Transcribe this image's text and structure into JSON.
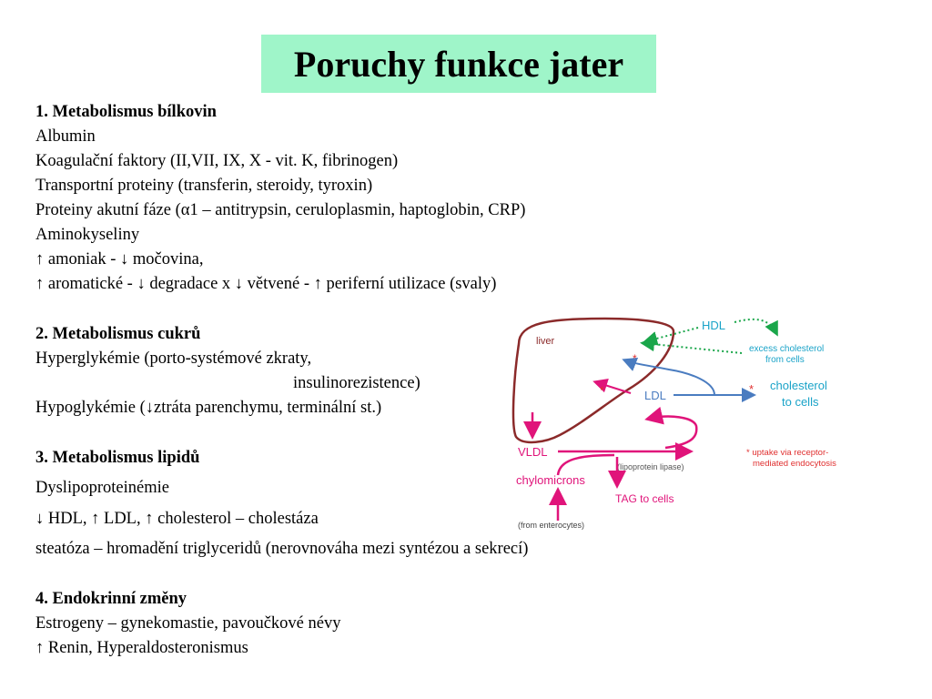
{
  "title": "Poruchy funkce jater",
  "sections": {
    "s1": {
      "heading": "1. Metabolismus bílkovin",
      "lines": [
        "Albumin",
        "Koagulační faktory (II,VII, IX, X - vit. K, fibrinogen)",
        "Transportní proteiny (transferin, steroidy, tyroxin)",
        "Proteiny akutní fáze (α1 – antitrypsin, ceruloplasmin, haptoglobin, CRP)",
        "Aminokyseliny",
        "↑ amoniak - ↓ močovina,",
        "↑ aromatické - ↓ degradace  x  ↓ větvené - ↑ periferní utilizace (svaly)"
      ]
    },
    "s2": {
      "heading": "2. Metabolismus cukrů",
      "lines": [
        "Hyperglykémie (porto-systémové zkraty,",
        "insulinorezistence)",
        "Hypoglykémie (↓ztráta parenchymu, terminální st.)"
      ]
    },
    "s3": {
      "heading": "3. Metabolismus lipidů",
      "lines": [
        "Dyslipoproteinémie",
        "↓ HDL, ↑ LDL, ↑ cholesterol – cholestáza",
        " steatóza – hromadění triglyceridů (nerovnováha mezi syntézou a sekrecí)"
      ]
    },
    "s4": {
      "heading": "4. Endokrinní změny",
      "lines": [
        "Estrogeny – gynekomastie, pavoučkové névy",
        "↑ Renin,  Hyperaldosteronismus"
      ]
    }
  },
  "diagram": {
    "liver": "liver",
    "hdl": "HDL",
    "excess_line1": "excess cholesterol",
    "excess_line2": "from cells",
    "ldl": "LDL",
    "chol_line1": "cholesterol",
    "chol_line2": "to cells",
    "vldl": "VLDL",
    "lipase": "(lipoprotein lipase)",
    "chylo": "chylomicrons",
    "tag": "TAG to cells",
    "entero": "(from enterocytes)",
    "note_line1": "* uptake via receptor-",
    "note_line2": "mediated endocytosis",
    "star": "*",
    "colors": {
      "liver": "#8b2a2a",
      "hdl": "#1aa64a",
      "ldl": "#4a7cc0",
      "vldl": "#e0147a",
      "cyan": "#1aa3c8",
      "note": "#e03030"
    }
  }
}
